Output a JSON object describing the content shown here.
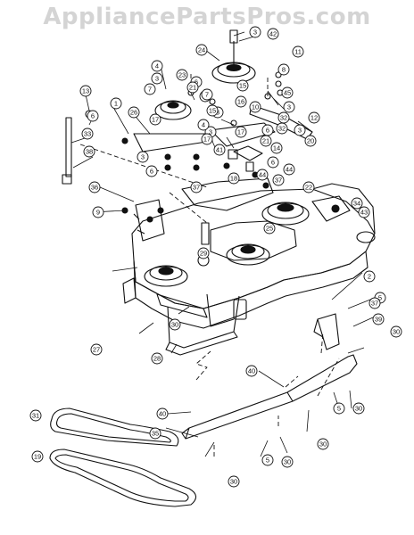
{
  "watermark": "AppliancePartsPros.com",
  "callouts": [
    "1",
    "2",
    "3",
    "3",
    "3",
    "3",
    "3",
    "3",
    "3",
    "3",
    "4",
    "4",
    "5",
    "5",
    "5",
    "6",
    "6",
    "6",
    "6",
    "6",
    "7",
    "7",
    "8",
    "9",
    "10",
    "11",
    "12",
    "13",
    "14",
    "15",
    "15",
    "16",
    "17",
    "17",
    "17",
    "18",
    "19",
    "20",
    "21",
    "21",
    "22",
    "23",
    "24",
    "25",
    "26",
    "27",
    "28",
    "29",
    "30",
    "30",
    "30",
    "30",
    "30",
    "30",
    "31",
    "32",
    "32",
    "33",
    "34",
    "35",
    "36",
    "37",
    "37",
    "37",
    "38",
    "39",
    "40",
    "40",
    "41",
    "42",
    "43",
    "44",
    "44",
    "45"
  ]
}
